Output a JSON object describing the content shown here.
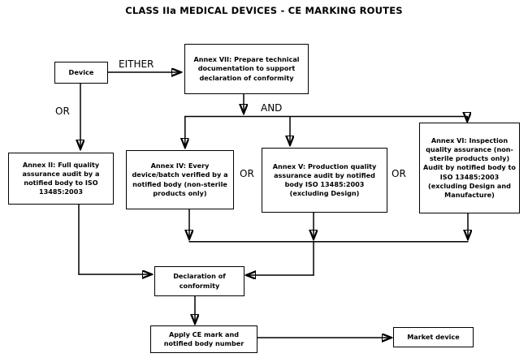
{
  "title": "CLASS IIa MEDICAL DEVICES - CE MARKING ROUTES",
  "nodes": {
    "device": "Device",
    "annex_vii": "Annex VII: Prepare technical documentation to support declaration of conformity",
    "annex_ii": "Annex II: Full quality assurance audit by a notified body to ISO 13485:2003",
    "annex_iv": "Annex IV: Every device/batch verified by a notified body (non-sterile products only)",
    "annex_v": "Annex V: Production quality assurance audit by notified body ISO 13485:2003 (excluding Design)",
    "annex_vi": "Annex VI: Inspection quality assurance (non-sterile products only) Audit by notified body to ISO 13485:2003 (excluding Design and Manufacture)",
    "declaration": "Declaration of conformity",
    "apply_ce": "Apply CE mark and notified body number",
    "market": "Market device"
  },
  "connectors": {
    "either": "EITHER",
    "or_device": "OR",
    "and": "AND",
    "or_iv_v": "OR",
    "or_v_vi": "OR"
  },
  "colors": {
    "line": "#000000",
    "background": "#ffffff",
    "text": "#000000"
  }
}
